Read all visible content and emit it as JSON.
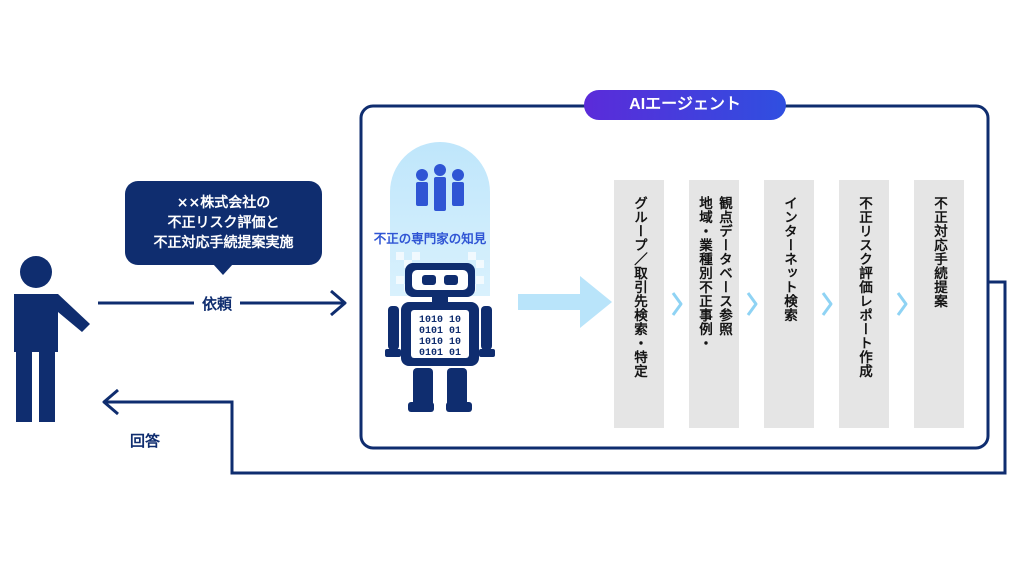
{
  "request_bubble": {
    "lines": [
      "××株式会社の",
      "不正リスク評価と",
      "不正対応手続提案実施"
    ]
  },
  "request_label": "依頼",
  "response_label": "回答",
  "agent_box": {
    "title": "AIエージェント"
  },
  "expert_knowledge_label": "不正の専門家の知見",
  "robot_screen_text": [
    "1010 10",
    "0101 01",
    "1010 10",
    "0101 01"
  ],
  "steps": [
    {
      "lines": [
        "グループ／取引先検索・特定"
      ]
    },
    {
      "lines": [
        "観点データベース参照",
        "地域・業種別不正事例・"
      ]
    },
    {
      "lines": [
        "インターネット検索"
      ]
    },
    {
      "lines": [
        "不正リスク評価レポート作成"
      ]
    },
    {
      "lines": [
        "不正対応手続提案"
      ]
    }
  ],
  "colors": {
    "navy": "#0f2d6f",
    "light_blue": "#b9e4fa",
    "chevron": "#8fd3f4",
    "accent_purple": "#5b2bd9",
    "accent_blue": "#2f4fe0",
    "step_bg": "#e5e5e5"
  },
  "icons": [
    "person-icon",
    "robot-icon",
    "experts-icon",
    "arrow-right-icon",
    "chevron-right-icon"
  ]
}
